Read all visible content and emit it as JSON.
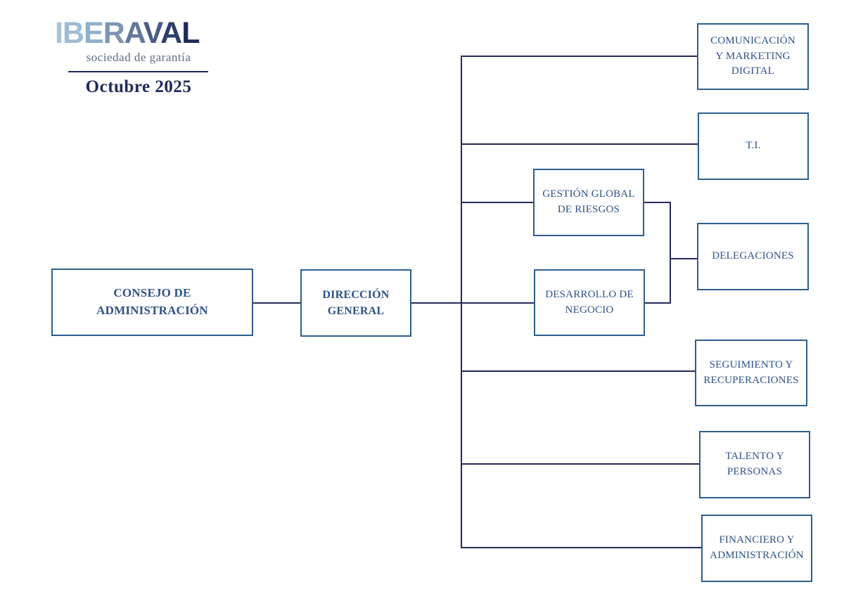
{
  "header": {
    "logo_letters": [
      [
        "I",
        "#aac4d9"
      ],
      [
        "B",
        "#a0bcd4"
      ],
      [
        "E",
        "#8db0cb"
      ],
      [
        "R",
        "#7d95b1"
      ],
      [
        "A",
        "#64789a"
      ],
      [
        "V",
        "#495d83"
      ],
      [
        "A",
        "#2f3d6c"
      ],
      [
        "L",
        "#20295b"
      ]
    ],
    "tagline": "sociedad de garantía",
    "date": "Octubre 2025"
  },
  "colors": {
    "connector_line": "#232a5a",
    "box_border": "#2d5e8e",
    "box_text": "#2e5288",
    "title_text": "#1f2a5c",
    "tagline_text": "#5c6e84"
  },
  "nodes": {
    "consejo": {
      "label": "CONSEJO DE ADMINISTRACIÓN"
    },
    "direccion": {
      "label": "DIRECCIÓN GENERAL"
    },
    "comunicacion": {
      "label": "COMUNICACIÓN Y MARKETING DIGITAL"
    },
    "ti": {
      "label": "T.I."
    },
    "gestion": {
      "label": "GESTIÓN GLOBAL DE RIESGOS"
    },
    "delegaciones": {
      "label": "DELEGACIONES"
    },
    "desarrollo": {
      "label": "DESARROLLO DE NEGOCIO"
    },
    "seguimiento": {
      "label": "SEGUIMIENTO Y RECUPERACIONES"
    },
    "talento": {
      "label": "TALENTO Y PERSONAS"
    },
    "financiero": {
      "label": "FINANCIERO Y ADMINISTRACIÓN"
    }
  },
  "hierarchy": {
    "root": "CONSEJO DE ADMINISTRACIÓN",
    "reports_to_root": [
      "DIRECCIÓN GENERAL"
    ],
    "reports_to_direccion_general": [
      "COMUNICACIÓN Y MARKETING DIGITAL",
      "T.I.",
      "GESTIÓN GLOBAL DE RIESGOS",
      "DESARROLLO DE NEGOCIO",
      "SEGUIMIENTO Y RECUPERACIONES",
      "TALENTO Y PERSONAS",
      "FINANCIERO Y ADMINISTRACIÓN"
    ],
    "reports_to_gestion_and_desarrollo": [
      "DELEGACIONES"
    ]
  }
}
